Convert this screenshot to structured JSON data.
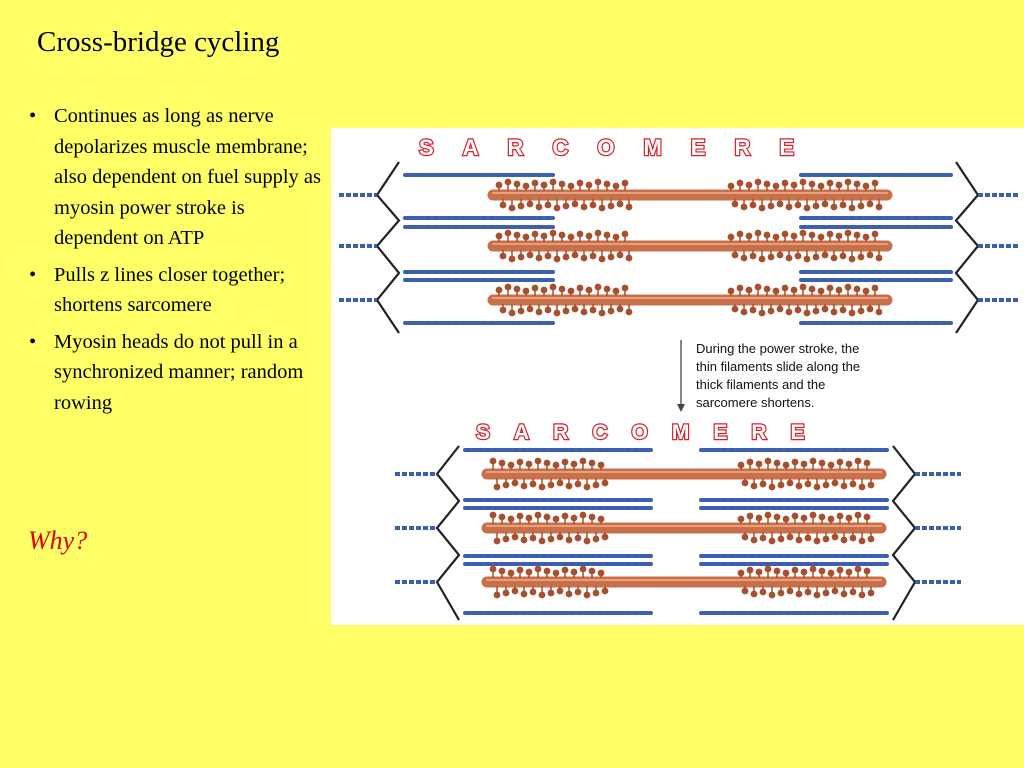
{
  "slide": {
    "title": "Cross-bridge cycling",
    "bullets": [
      "Continues as long as nerve depolarizes muscle membrane; also dependent on fuel supply as myosin power stroke is dependent on ATP",
      "Pulls z lines closer together; shortens sarcomere",
      "Myosin heads do not pull in a synchronized manner; random rowing"
    ],
    "bullet_glyph": "•",
    "question": "Why?",
    "question_color": "#e0000a",
    "background": "#ffff66"
  },
  "figure": {
    "top_label": "SARCOMERE",
    "bottom_label": "SARCOMERE",
    "caption_lines": [
      "During the power stroke, the",
      "thin filaments slide along the",
      "thick filaments and the",
      "sarcomere shortens."
    ],
    "colors": {
      "label": "#d4202a",
      "thick_filament": "#c8704a",
      "myosin_head": "#a8502e",
      "thin_filament": "#3a5fb0",
      "z_line": "#222222"
    }
  }
}
